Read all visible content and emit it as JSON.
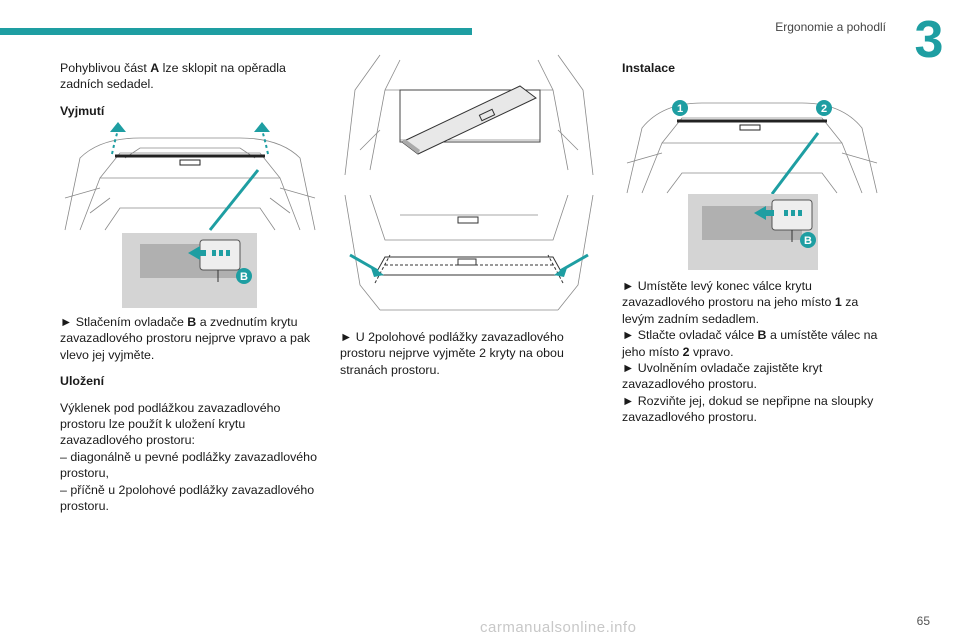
{
  "header": {
    "section": "Ergonomie a pohodlí",
    "chapter": "3"
  },
  "col1": {
    "intro_pre": "Pohyblivou část ",
    "intro_bold": "A",
    "intro_post": " lze sklopit na opěradla zadních sedadel.",
    "heading1": "Vyjmutí",
    "step1_pre": "► Stlačením ovladače ",
    "step1_bold": "B",
    "step1_post": " a zvednutím krytu zavazadlového prostoru nejprve vpravo a pak vlevo jej vyjměte.",
    "heading2": "Uložení",
    "para": "Výklenek pod podlážkou zavazadlového prostoru lze použít k uložení krytu zavazadlového prostoru:",
    "item1": "– diagonálně u pevné podlážky zavazadlového prostoru,",
    "item2": "– příčně u 2polohové podlážky zavazadlového prostoru."
  },
  "col2": {
    "step": "► U 2polohové podlážky zavazadlového prostoru nejprve vyjměte 2 kryty na obou stranách prostoru."
  },
  "col3": {
    "heading": "Instalace",
    "s1": "► Umístěte levý konec válce krytu zavazadlového prostoru na jeho místo ",
    "s1_bold": "1",
    "s1_post": " za levým zadním sedadlem.",
    "s2": "► Stlačte ovladač válce ",
    "s2_bold": "B",
    "s2_mid": " a umístěte válec na jeho místo ",
    "s2_bold2": "2",
    "s2_post": " vpravo.",
    "s3": "► Uvolněním ovladače zajistěte kryt zavazadlového prostoru.",
    "s4": "► Rozviňte jej, dokud se nepřipne na sloupky zavazadlového prostoru."
  },
  "figures": {
    "label_b": "B",
    "label_1": "1",
    "label_2": "2"
  },
  "footer": {
    "page": "65",
    "watermark": "carmanualsonline.info"
  },
  "colors": {
    "accent": "#1e9ea2"
  }
}
